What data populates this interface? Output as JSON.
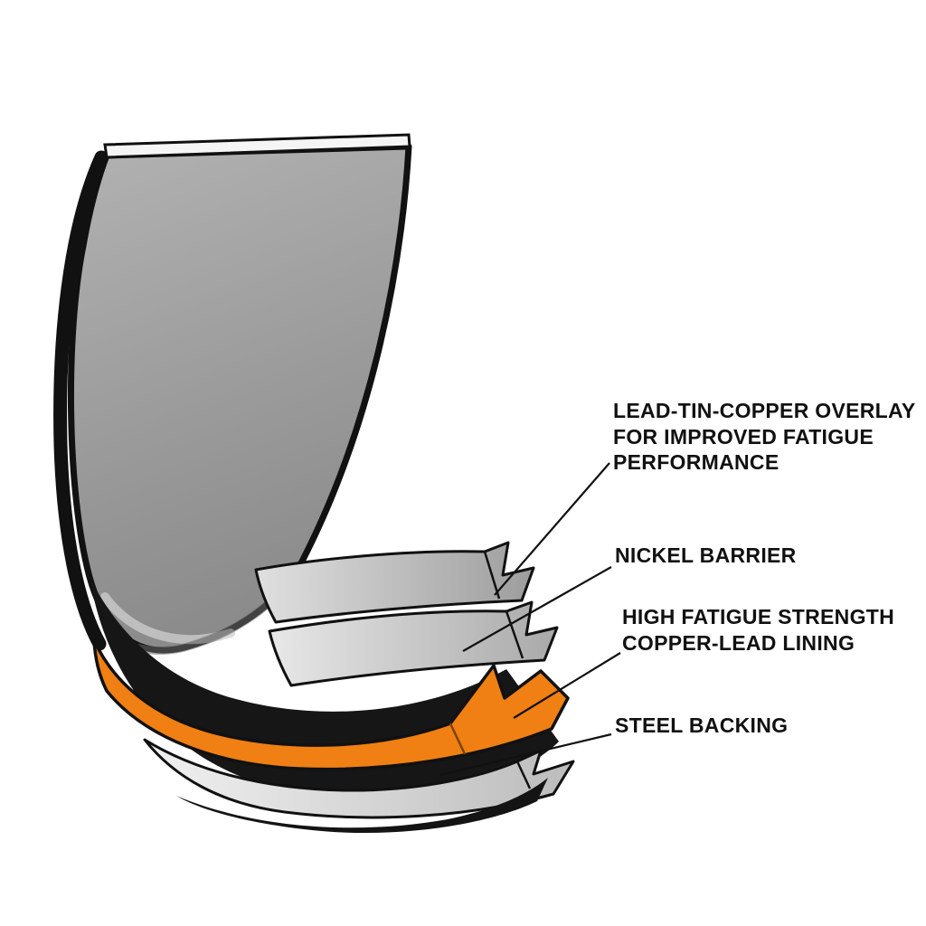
{
  "diagram": {
    "type": "labeled-cutaway",
    "layers": [
      {
        "id": "lead-tin-copper-overlay",
        "label": "LEAD-TIN-COPPER OVERLAY FOR IMPROVED FATIGUE PERFORMANCE",
        "color": "#bdbdbd"
      },
      {
        "id": "nickel-barrier",
        "label": "NICKEL BARRIER",
        "color": "#c9c9c9"
      },
      {
        "id": "copper-lead-lining",
        "label": "HIGH FATIGUE STRENGTH COPPER-LEAD LINING",
        "color": "#F07F14"
      },
      {
        "id": "steel-backing",
        "label": "STEEL BACKING",
        "color": "#e2e2e2"
      }
    ],
    "colors": {
      "shell_gray": "#9a9a9a",
      "outline": "#111111",
      "background": "#ffffff",
      "copper_lead_lining": "#F07F14"
    }
  }
}
